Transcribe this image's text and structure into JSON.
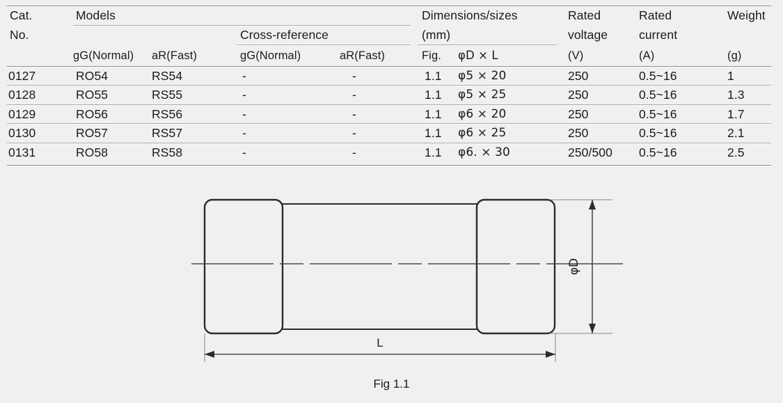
{
  "document": {
    "type": "fuse-datasheet-table-and-figure"
  },
  "table": {
    "headers": {
      "cat_no_line1": "Cat.",
      "cat_no_line2": "No.",
      "models": "Models",
      "cross_reference": "Cross-reference",
      "dimensions_line1": "Dimensions/sizes",
      "dimensions_line2": "(mm)",
      "rated_voltage_line1": "Rated",
      "rated_voltage_line2": "voltage",
      "rated_current_line1": "Rated",
      "rated_current_line2": "current",
      "weight": "Weight"
    },
    "subheaders": {
      "models_gg": "gG(Normal)",
      "models_ar": "aR(Fast)",
      "xref_gg": "gG(Normal)",
      "xref_ar": "aR(Fast)",
      "fig": "Fig.",
      "dia_len": "φD × L",
      "voltage_unit": "(V)",
      "current_unit": "(A)",
      "weight_unit": "(g)"
    },
    "rows": [
      {
        "cat_no": "0127",
        "model_gg": "RO54",
        "model_ar": "RS54",
        "xref_gg": "-",
        "xref_ar": "-",
        "fig": "1.1",
        "size": "φ5 × 20",
        "rated_voltage": "250",
        "rated_current": "0.5~16",
        "weight": "1"
      },
      {
        "cat_no": "0128",
        "model_gg": "RO55",
        "model_ar": "RS55",
        "xref_gg": "-",
        "xref_ar": "-",
        "fig": "1.1",
        "size": "φ5 × 25",
        "rated_voltage": "250",
        "rated_current": "0.5~16",
        "weight": "1.3"
      },
      {
        "cat_no": "0129",
        "model_gg": "RO56",
        "model_ar": "RS56",
        "xref_gg": "-",
        "xref_ar": "-",
        "fig": "1.1",
        "size": "φ6 × 20",
        "rated_voltage": "250",
        "rated_current": "0.5~16",
        "weight": "1.7"
      },
      {
        "cat_no": "0130",
        "model_gg": "RO57",
        "model_ar": "RS57",
        "xref_gg": "-",
        "xref_ar": "-",
        "fig": "1.1",
        "size": "φ6 × 25",
        "rated_voltage": "250",
        "rated_current": "0.5~16",
        "weight": "2.1"
      },
      {
        "cat_no": "0131",
        "model_gg": "RO58",
        "model_ar": "RS58",
        "xref_gg": "-",
        "xref_ar": "-",
        "fig": "1.1",
        "size": "φ6. × 30",
        "rated_voltage": "250/500",
        "rated_current": "0.5~16",
        "weight": "2.5"
      }
    ]
  },
  "figure": {
    "caption": "Fig 1.1",
    "diameter_label": "φD",
    "length_label": "L"
  },
  "colors": {
    "background": "#f0f0f1",
    "text": "#1a1a1a",
    "rule": "#a9a9ad",
    "drawing_line": "#2b2b33",
    "dimension_line": "#4a4a52"
  }
}
